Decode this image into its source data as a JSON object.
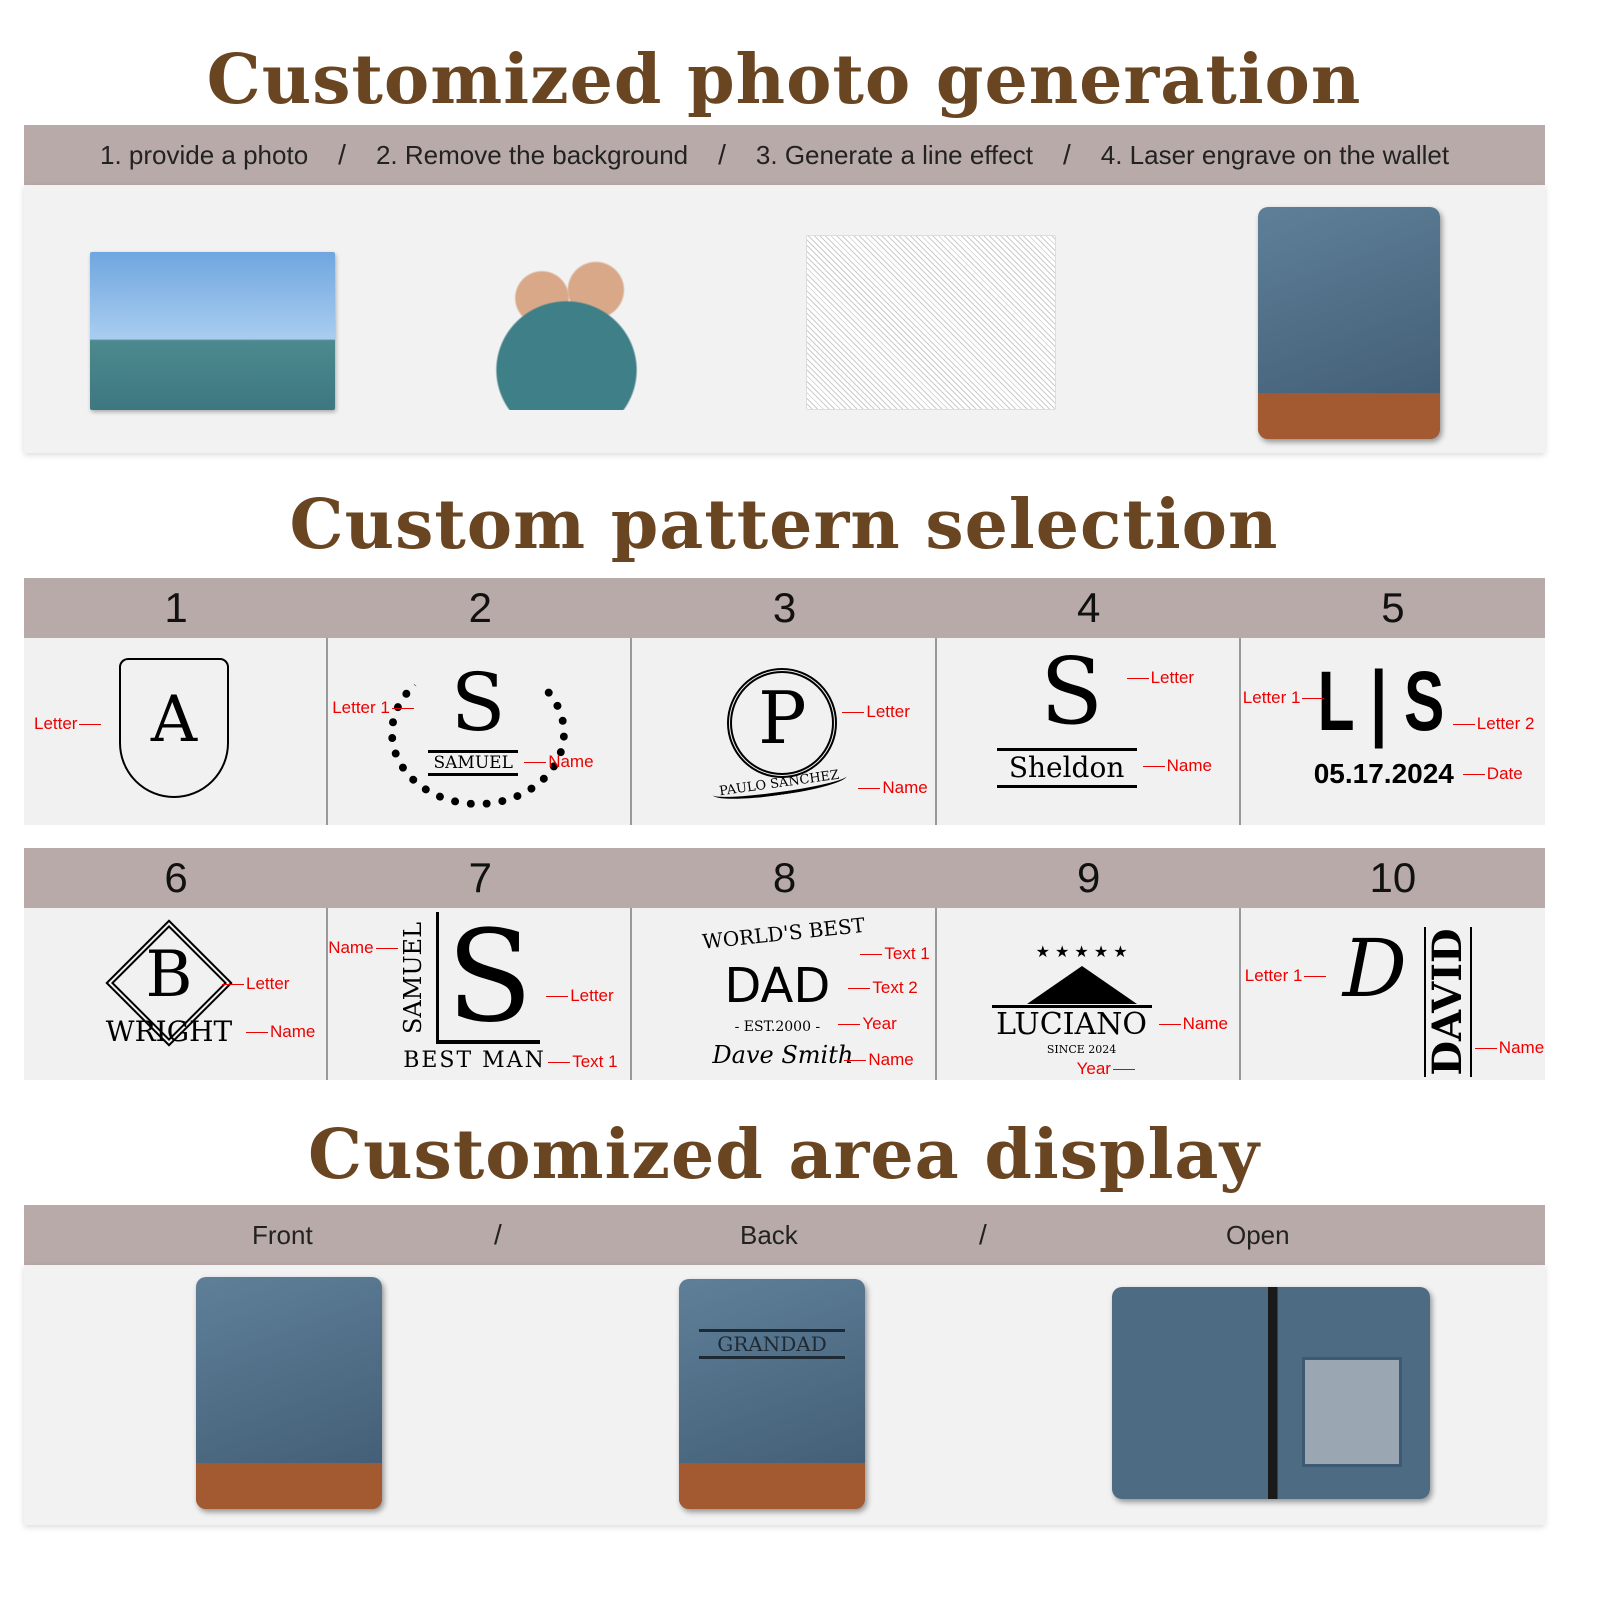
{
  "sections": {
    "photo": {
      "title": "Customized photo generation",
      "steps": [
        "1. provide a photo",
        "2. Remove the background",
        "3. Generate a line effect",
        "4. Laser engrave on the wallet"
      ],
      "separator": "/"
    },
    "pattern": {
      "title": "Custom pattern selection"
    },
    "area": {
      "title": "Customized area display",
      "views": [
        "Front",
        "Back",
        "Open"
      ],
      "separator": "/"
    }
  },
  "patterns": [
    {
      "number": "1",
      "text": [
        "A"
      ],
      "labels": [
        "Letter"
      ]
    },
    {
      "number": "2",
      "text": [
        "S",
        "SAMUEL"
      ],
      "labels": [
        "Name",
        "Letter 1"
      ]
    },
    {
      "number": "3",
      "text": [
        "P",
        "PAULO SANCHEZ"
      ],
      "labels": [
        "Letter",
        "Name"
      ]
    },
    {
      "number": "4",
      "text": [
        "S",
        "Sheldon"
      ],
      "labels": [
        "Letter",
        "Name"
      ]
    },
    {
      "number": "5",
      "text": [
        "L | S",
        "05.17.2024"
      ],
      "labels": [
        "Letter 1",
        "Letter 2",
        "Date"
      ]
    },
    {
      "number": "6",
      "text": [
        "B",
        "WRIGHT"
      ],
      "labels": [
        "Letter",
        "Name"
      ]
    },
    {
      "number": "7",
      "text": [
        "S",
        "SAMUEL",
        "BEST MAN"
      ],
      "labels": [
        "Name",
        "Letter",
        "Text 1"
      ]
    },
    {
      "number": "8",
      "text": [
        "WORLD'S BEST",
        "DAD",
        "- EST.2000 -",
        "Dave Smith"
      ],
      "labels": [
        "Text 1",
        "Text 2",
        "Year",
        "Name"
      ]
    },
    {
      "number": "9",
      "text": [
        "LUCIANO",
        "SINCE 2024"
      ],
      "labels": [
        "Name",
        "Year"
      ]
    },
    {
      "number": "10",
      "text": [
        "D",
        "DAVID"
      ],
      "labels": [
        "Letter 1",
        "Name"
      ]
    }
  ],
  "back_wallet_text": "GRANDAD",
  "colors": {
    "title": "#6a4522",
    "band": "#b8aaa8",
    "label": "#ee0000",
    "panel": "#f2f2f2"
  }
}
